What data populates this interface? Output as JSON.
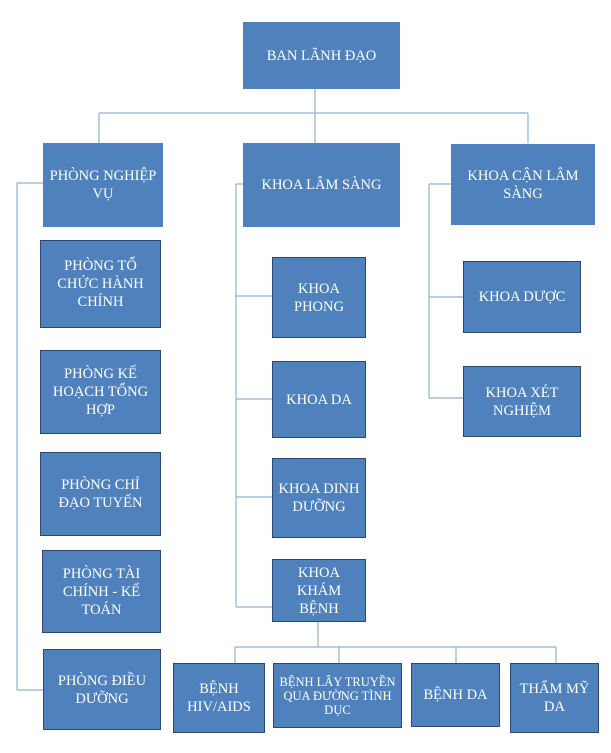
{
  "colors": {
    "box_fill": "#4f81bd",
    "box_border": "#2c4870",
    "line": "#8fb0d6",
    "text": "#ffffff"
  },
  "root": "BAN LÃNH ĐẠO",
  "columns": {
    "nghiep_vu": {
      "label": "PHÒNG NGHIỆP VỤ",
      "children": [
        "PHÒNG TỔ CHỨC HÀNH CHÍNH",
        "PHÒNG KẾ HOẠCH TỔNG HỢP",
        "PHÒNG CHỈ ĐẠO TUYẾN",
        "PHÒNG TÀI CHÍNH - KẾ TOÁN",
        "PHÒNG ĐIỀU DƯỠNG"
      ]
    },
    "lam_sang": {
      "label": "KHOA LÂM SÀNG",
      "children": [
        "KHOA PHONG",
        "KHOA DA",
        "KHOA DINH DƯỠNG",
        "KHOA KHÁM BỆNH"
      ]
    },
    "can_lam_sang": {
      "label": "KHOA CẬN LÂM SÀNG",
      "children": [
        "KHOA DƯỢC",
        "KHOA XÉT NGHIỆM"
      ]
    }
  },
  "kham_benh_children": [
    "BỆNH HIV/AIDS",
    "BỆNH LÂY TRUYỀN QUA ĐƯỜNG TÌNH DỤC",
    "BỆNH DA",
    "THẨM MỸ DA"
  ]
}
